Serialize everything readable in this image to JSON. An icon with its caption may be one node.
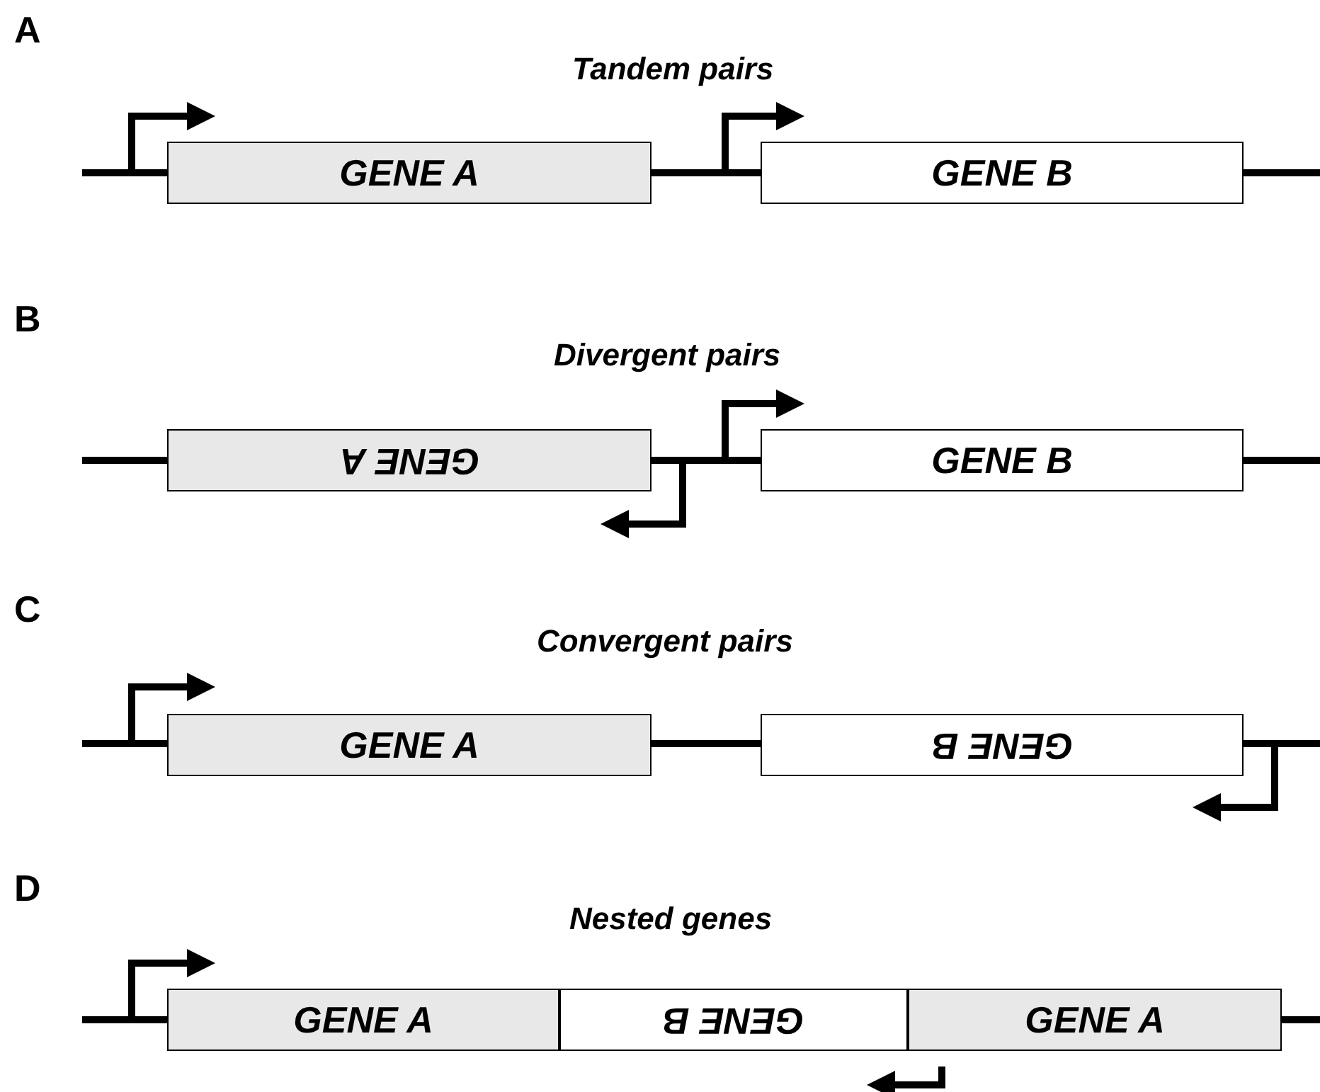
{
  "diagram": {
    "nodes": [
      {
        "text": [
          "GENE A"
        ]
      },
      {
        "text": [
          "GENE B"
        ]
      },
      {
        "text": [
          "GENE A"
        ]
      },
      {
        "text": [
          "GENE B"
        ]
      },
      {
        "text": [
          "GENE A"
        ]
      },
      {
        "text": [
          "GENE B"
        ]
      },
      {
        "text": [
          "GENE A"
        ]
      },
      {
        "text": [
          "GENE B"
        ]
      },
      {
        "text": [
          "GENE A"
        ]
      }
    ],
    "edges": [
      {
        "from": 0,
        "to": 1,
        "arrow": "none"
      },
      {
        "from": 2,
        "to": 3,
        "arrow": "none"
      },
      {
        "from": 4,
        "to": 5,
        "arrow": "none"
      }
    ],
    "labels": [
      "A",
      "Tandem pairs",
      "B",
      "Divergent pairs",
      "C",
      "Convergent pairs",
      "D",
      "Nested genes"
    ]
  }
}
